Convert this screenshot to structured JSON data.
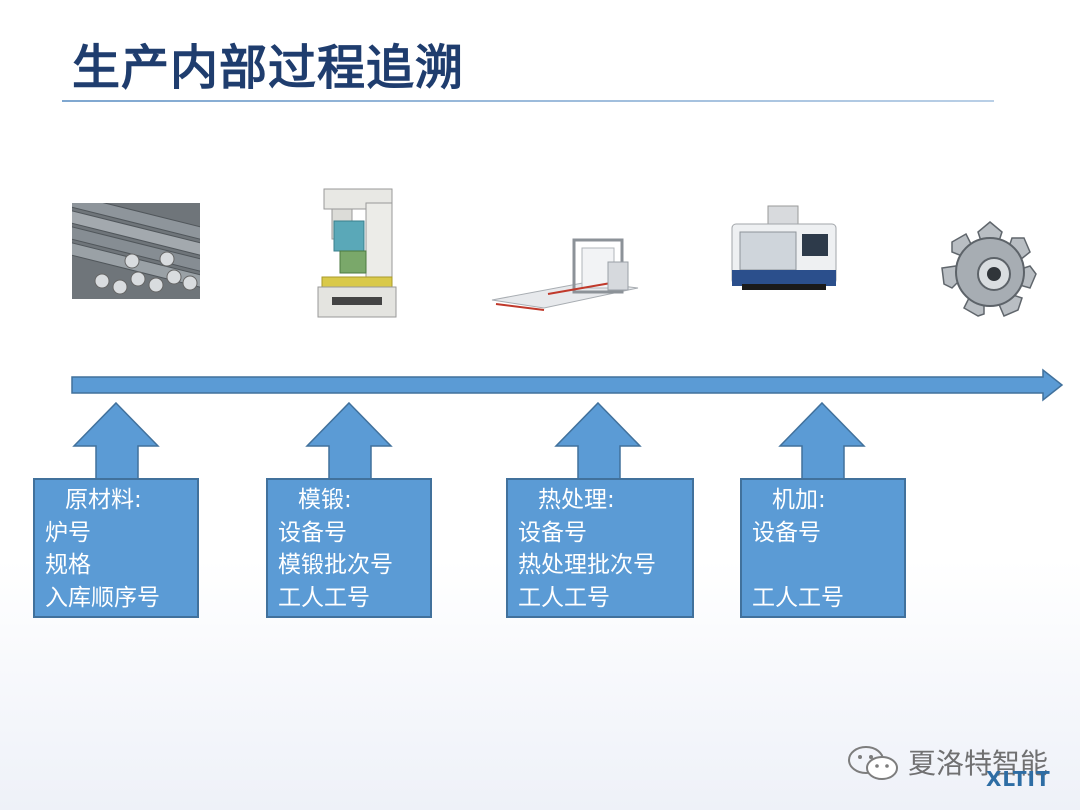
{
  "title": "生产内部过程追溯",
  "stages": [
    {
      "head": "原材料:",
      "lines": [
        "炉号",
        "规格",
        "入库顺序号"
      ]
    },
    {
      "head": "模锻:",
      "lines": [
        "设备号",
        "模锻批次号",
        "工人工号"
      ]
    },
    {
      "head": "热处理:",
      "lines": [
        "设备号",
        "热处理批次号",
        "工人工号"
      ]
    },
    {
      "head": "机加:",
      "lines": [
        "设备号",
        "",
        "工人工号"
      ]
    }
  ],
  "images": [
    "steel-bars",
    "forging-press",
    "heat-treatment-furnace",
    "cnc-machining-center",
    "finished-gear"
  ],
  "watermark": {
    "text": "夏洛特智能",
    "logo": "XLTIT"
  },
  "colors": {
    "accent": "#5b9bd5",
    "border": "#41719c",
    "title": "#1f3d6e"
  }
}
